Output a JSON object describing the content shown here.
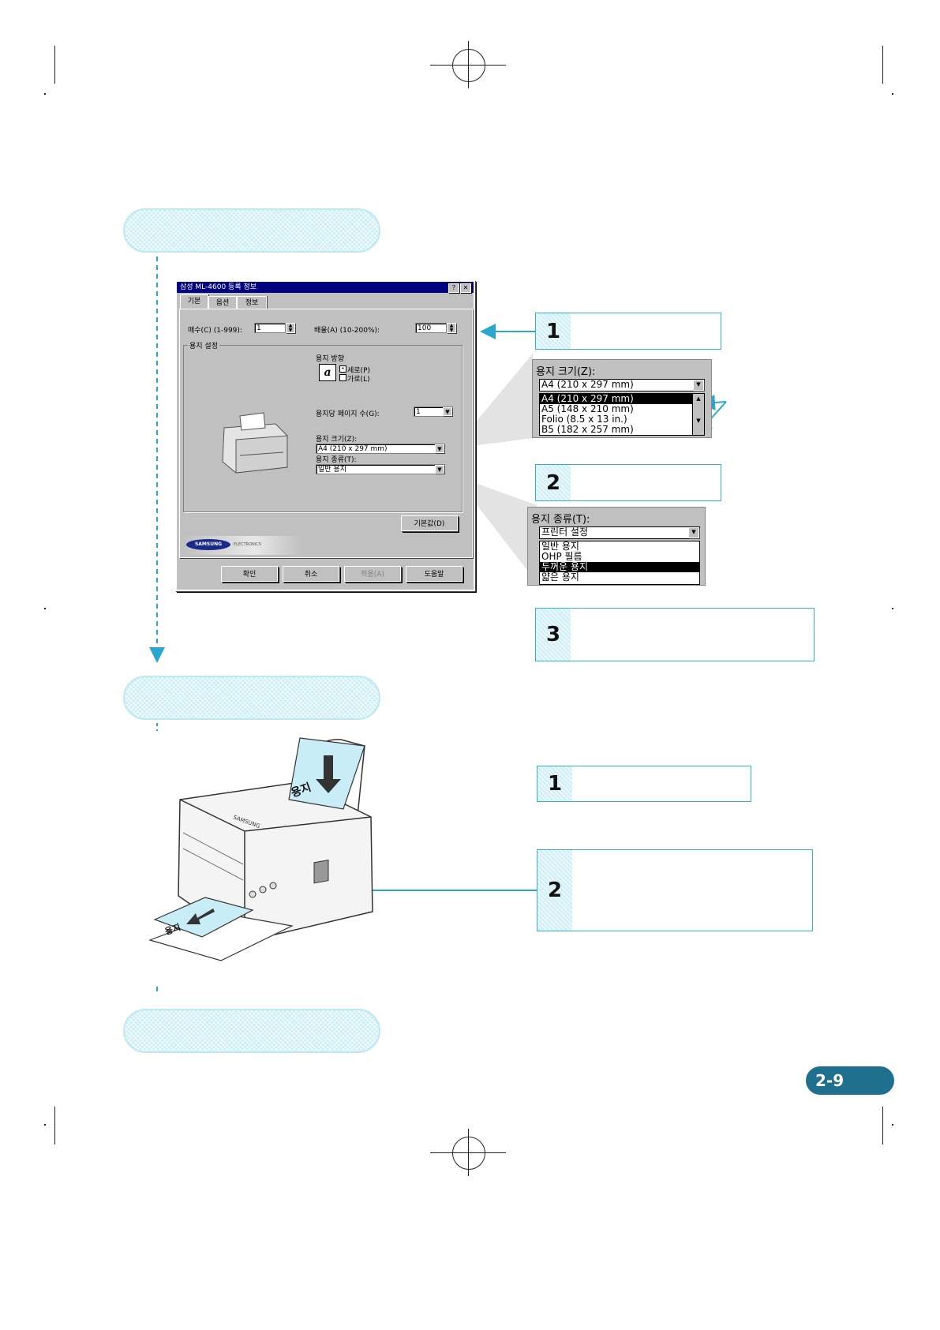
{
  "page_number": "2-9",
  "dialog": {
    "title": "삼성 ML-4600 등록 정보",
    "title_buttons": [
      "?",
      "✕"
    ],
    "tabs": [
      "기본",
      "옵션",
      "정보"
    ],
    "copies_label": "매수(C) (1-999):",
    "copies_value": "1",
    "scale_label": "배율(A) (10-200%):",
    "scale_value": "100",
    "paper_group_label": "용지 설정",
    "orientation_label": "용지 방향",
    "portrait_label": "세로(P)",
    "landscape_label": "가로(L)",
    "pages_per_sheet_label": "용지당 페이지 수(G):",
    "pages_per_sheet_value": "1",
    "paper_size_label": "용지 크기(Z):",
    "paper_size_value": "A4 (210 x 297 mm)",
    "paper_type_label": "용지 종류(T):",
    "paper_type_value": "일반 용지",
    "defaults_button": "기본값(D)",
    "logo_text": "SAMSUNG",
    "logo_subtext": "ELECTRONICS",
    "ok_button": "확인",
    "cancel_button": "취소",
    "apply_button": "적용(A)",
    "help_button": "도움말"
  },
  "zoom_size": {
    "label": "용지 크기(Z):",
    "value": "A4 (210 x 297 mm)",
    "options": [
      "A4 (210 x 297 mm)",
      "A5 (148 x 210 mm)",
      "Folio (8.5 x 13 in.)",
      "B5 (182 x 257 mm)"
    ]
  },
  "zoom_type": {
    "label": "용지 종류(T):",
    "value": "프린터 설정",
    "options": [
      "일반 용지",
      "OHP 필름",
      "두꺼운 용지",
      "얇은 용지"
    ]
  },
  "steps_top": [
    "1",
    "2",
    "3"
  ],
  "steps_bottom": [
    "1",
    "2"
  ],
  "printer_brand": "SAMSUNG",
  "paper_word": "용지"
}
